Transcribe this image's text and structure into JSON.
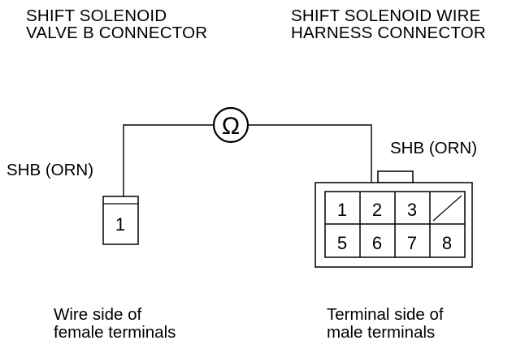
{
  "left_connector": {
    "title_line1": "SHIFT SOLENOID",
    "title_line2": "VALVE B CONNECTOR",
    "wire_label": "SHB (ORN)",
    "terminal": "1",
    "footer_line1": "Wire side of",
    "footer_line2": "female terminals"
  },
  "right_connector": {
    "title_line1": "SHIFT SOLENOID WIRE",
    "title_line2": "HARNESS CONNECTOR",
    "wire_label": "SHB (ORN)",
    "terminals_top": [
      "1",
      "2",
      "3"
    ],
    "terminals_bottom": [
      "5",
      "6",
      "7",
      "8"
    ],
    "footer_line1": "Terminal side of",
    "footer_line2": "male terminals"
  },
  "meter": {
    "symbol": "Ω"
  }
}
